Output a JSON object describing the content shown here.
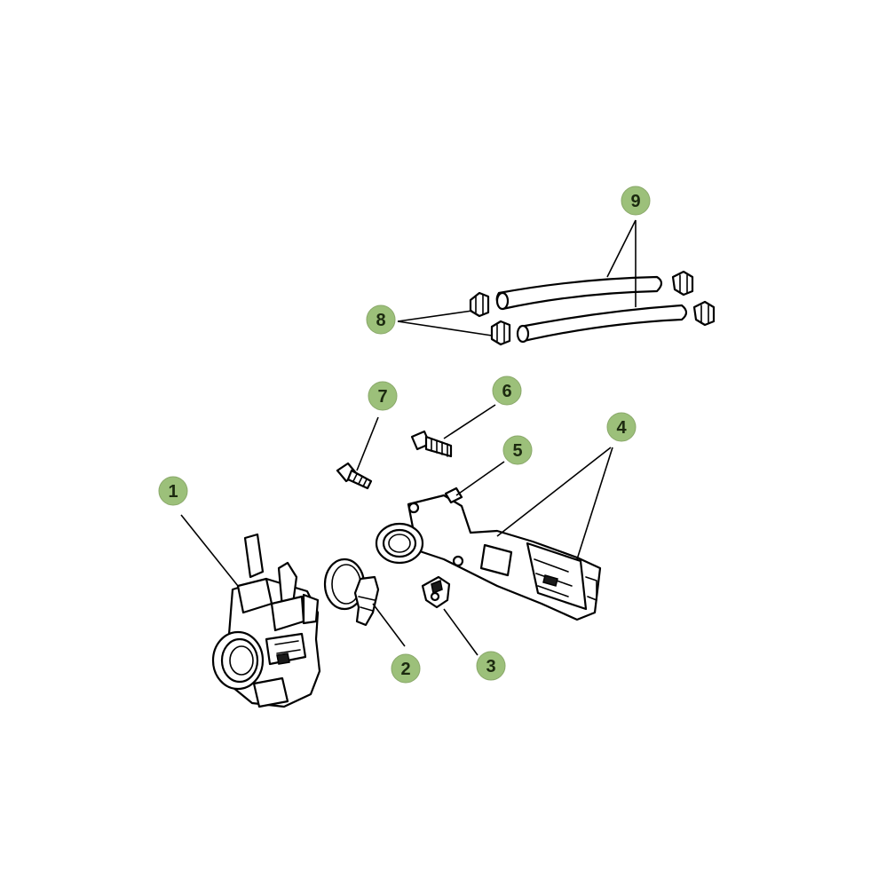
{
  "colors": {
    "callout_fill": "#9cc07a",
    "callout_text": "#1c2a10",
    "line": "#000000",
    "background": "#ffffff"
  },
  "callouts": [
    {
      "id": "1",
      "label": "1"
    },
    {
      "id": "2",
      "label": "2"
    },
    {
      "id": "3",
      "label": "3"
    },
    {
      "id": "4",
      "label": "4"
    },
    {
      "id": "5",
      "label": "5"
    },
    {
      "id": "6",
      "label": "6"
    },
    {
      "id": "7",
      "label": "7"
    },
    {
      "id": "8",
      "label": "8"
    },
    {
      "id": "9",
      "label": "9"
    }
  ]
}
